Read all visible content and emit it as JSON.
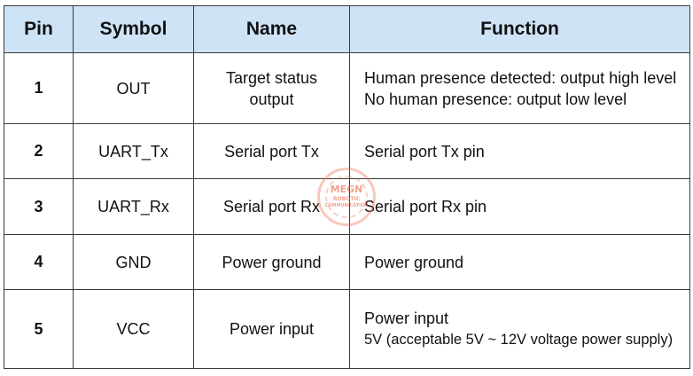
{
  "table": {
    "headers": {
      "pin": "Pin",
      "symbol": "Symbol",
      "name": "Name",
      "function": "Function"
    },
    "rows": [
      {
        "pin": "1",
        "symbol": "OUT",
        "name_line1": "Target status",
        "name_line2": "output",
        "function_line1": "Human presence detected: output high level",
        "function_line2": "No human presence: output low level"
      },
      {
        "pin": "2",
        "symbol": "UART_Tx",
        "name": "Serial port Tx",
        "function": "Serial port Tx pin"
      },
      {
        "pin": "3",
        "symbol": "UART_Rx",
        "name": "Serial port Rx",
        "function": "Serial port Rx pin"
      },
      {
        "pin": "4",
        "symbol": "GND",
        "name": "Power ground",
        "function": "Power ground"
      },
      {
        "pin": "5",
        "symbol": "VCC",
        "name": "Power input",
        "function_line1": "Power input",
        "function_line2": "5V (acceptable 5V ~ 12V voltage power supply)"
      }
    ]
  },
  "watermark": {
    "line1": "MEGN",
    "line2": "ROBOTIC",
    "line3": "COMMUNICATION"
  },
  "colors": {
    "header_background": "#cfe3f7",
    "border": "#3a3a3a",
    "watermark": "#e8785a"
  }
}
